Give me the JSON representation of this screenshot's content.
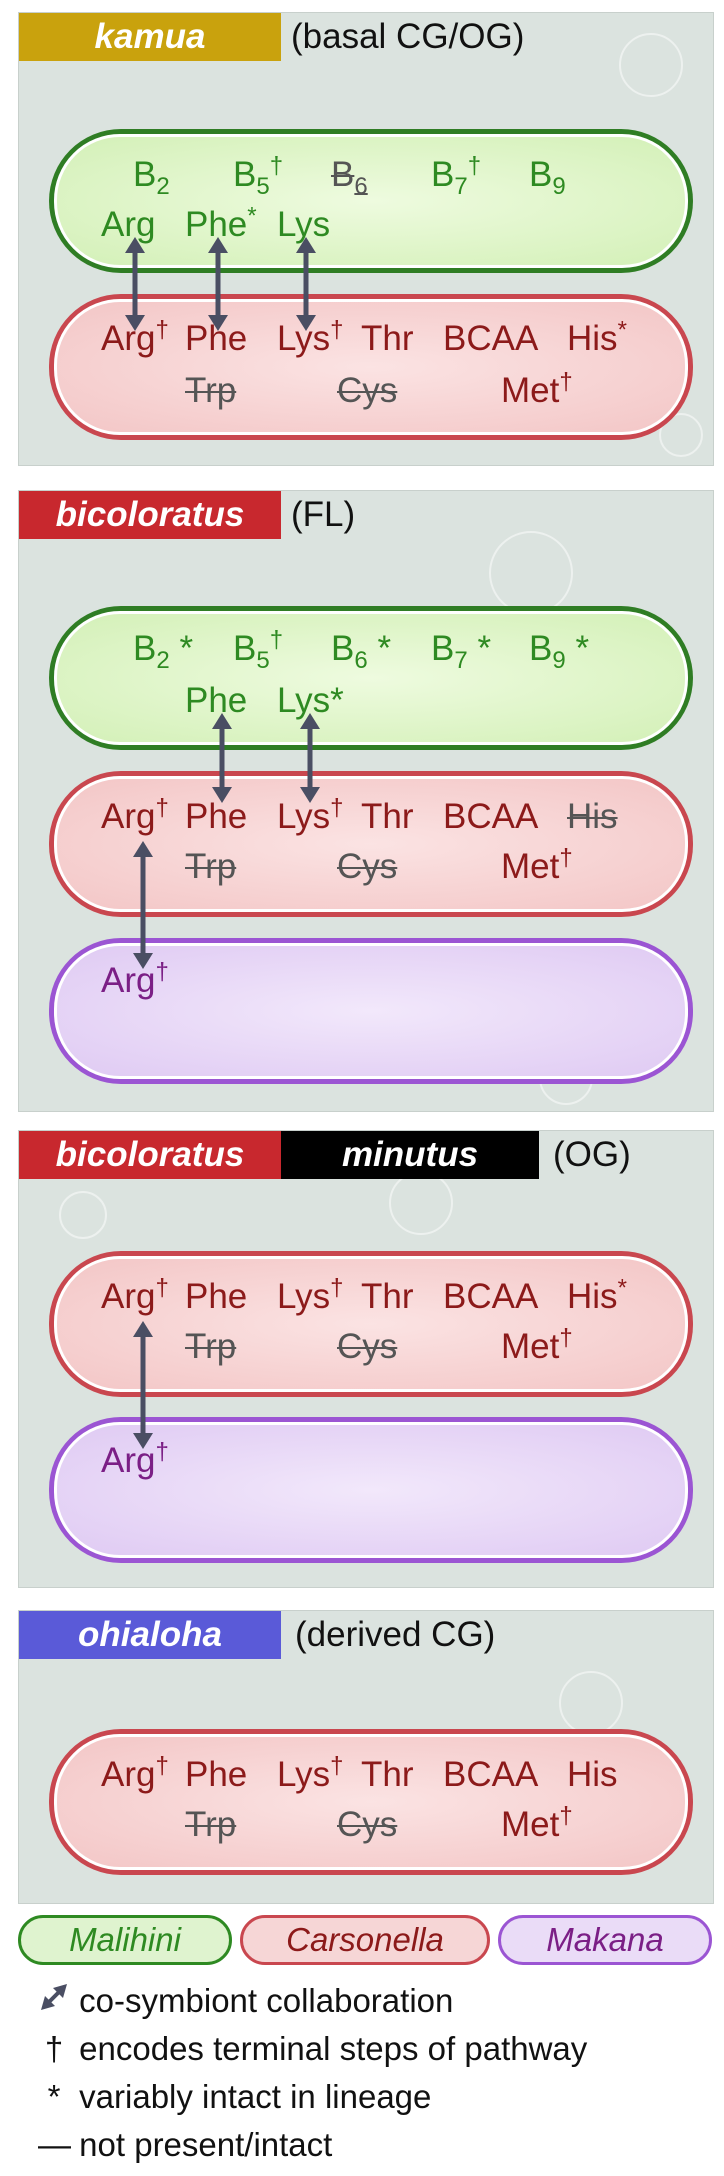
{
  "panels": [
    {
      "tag": "kamua",
      "tag_color": "#c9a20d",
      "subtitle": "(basal CG/OG)"
    },
    {
      "tag": "bicoloratus",
      "tag_color": "#c8282e",
      "subtitle": "(FL)"
    },
    {
      "tag": "bicoloratus",
      "tag_color": "#c8282e",
      "tag2": "minutus",
      "tag2_color": "#000000",
      "subtitle": "(OG)"
    },
    {
      "tag": "ohialoha",
      "tag_color": "#5a5ad8",
      "subtitle": "(derived CG)"
    }
  ],
  "labels": {
    "B": "B",
    "two": "2",
    "five": "5",
    "six": "6",
    "seven": "7",
    "nine": "9",
    "dagger": "†",
    "star": "*",
    "arg": "Arg",
    "phe": "Phe",
    "lys": "Lys",
    "thr": "Thr",
    "bcaa": "BCAA",
    "his": "His",
    "trp": "Trp",
    "cys": "Cys",
    "met": "Met"
  },
  "legend": {
    "malihini": "Malihini",
    "carsonella": "Carsonella",
    "makana": "Makana",
    "items": [
      {
        "symbol": "",
        "text": "co-symbiont collaboration"
      },
      {
        "symbol": "†",
        "text": "encodes terminal steps of pathway"
      },
      {
        "symbol": "*",
        "text": "variably intact in lineage"
      },
      {
        "symbol": "—",
        "text": "not present/intact"
      }
    ]
  },
  "colors": {
    "malihini": "#2e8a22",
    "carsonella": "#8c1a1a",
    "makana": "#7b1f86",
    "arrow": "#4a4e63"
  }
}
